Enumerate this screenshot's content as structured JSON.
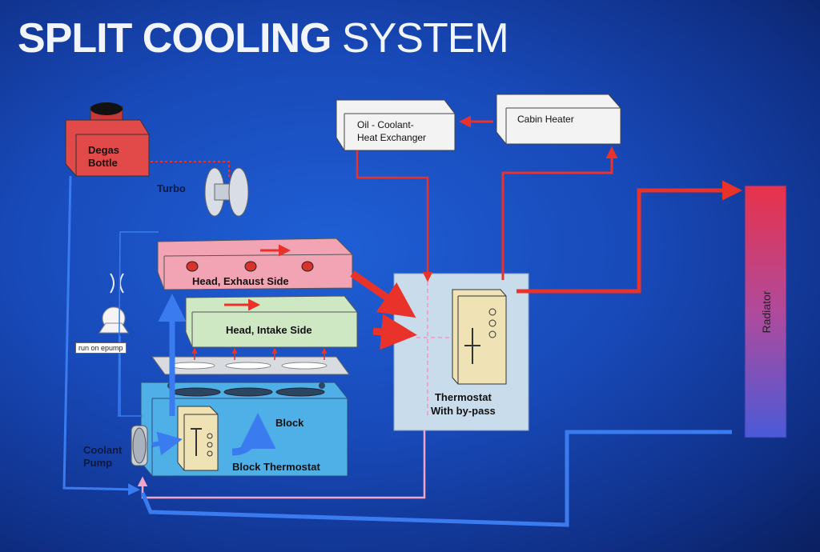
{
  "title": {
    "bold": "SPLIT COOLING",
    "thin": "SYSTEM"
  },
  "components": {
    "degas_bottle": "Degas\nBottle",
    "turbo": "Turbo",
    "oil_exchanger": "Oil - Coolant-\nHeat Exchanger",
    "cabin_heater": "Cabin Heater",
    "head_exhaust": "Head, Exhaust Side",
    "head_intake": "Head, Intake Side",
    "block": "Block",
    "block_thermostat": "Block Thermostat",
    "coolant_pump": "Coolant\nPump",
    "thermostat": "Thermostat\nWith by-pass",
    "radiator": "Radiator",
    "epump_badge": "run on epump"
  },
  "colors": {
    "hot_flow": "#e8322a",
    "cold_flow": "#3a7cf0",
    "mixed_flow": "#f0a6c8",
    "head_exhaust": "#f3a4b4",
    "head_intake": "#cfe8c4",
    "block": "#4fb0e8",
    "degas": "#e24a4a",
    "thermostat_panel": "#c9dcec"
  }
}
